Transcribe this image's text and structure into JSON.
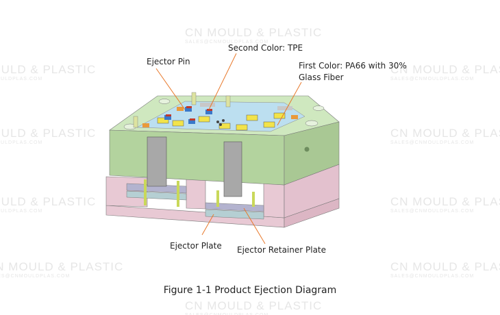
{
  "watermark": {
    "brand": "CN MOULD & PLASTIC",
    "email": "SALES@CNMOULDPLAS.COM"
  },
  "labels": {
    "ejector_pin": "Ejector Pin",
    "second_color": "Second Color: TPE",
    "first_color_line1": "First Color: PA66 with 30%",
    "first_color_line2": "Glass Fiber",
    "ejector_plate": "Ejector Plate",
    "ejector_retainer_plate": "Ejector Retainer Plate"
  },
  "caption": "Figure 1-1 Product Ejection Diagram",
  "colors": {
    "cavity_plate": "#b9d8a6",
    "base_plates": "#e8c9d4",
    "leader_line": "#e8782a",
    "part_first": "#f2e34a",
    "part_second": "#c0392b"
  }
}
